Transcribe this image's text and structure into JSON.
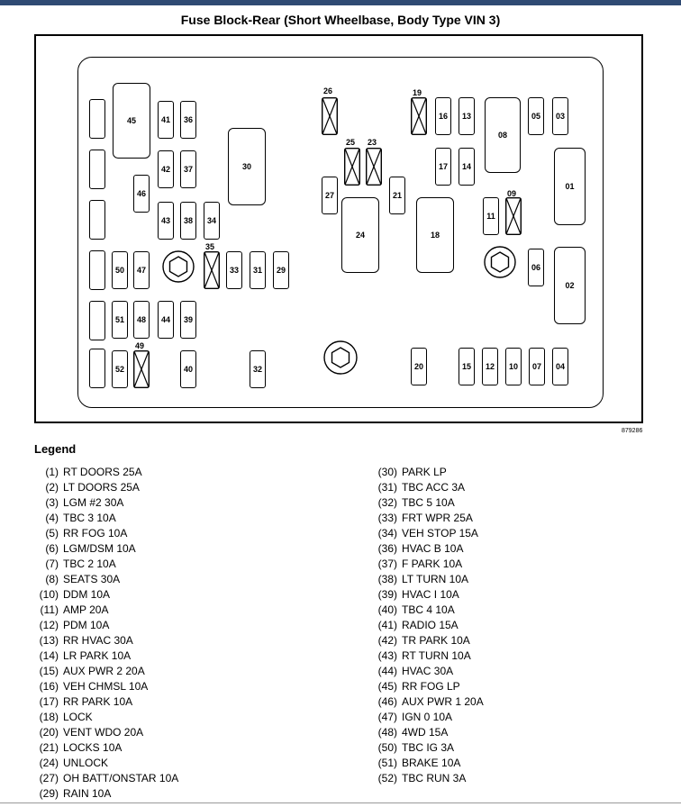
{
  "title": "Fuse Block-Rear (Short Wheelbase, Body Type VIN 3)",
  "diagram": {
    "reference_code": "879286",
    "fuses": [
      "45",
      "41",
      "36",
      "42",
      "37",
      "30",
      "46",
      "43",
      "38",
      "34",
      "50",
      "47",
      "33",
      "31",
      "29",
      "51",
      "48",
      "44",
      "39",
      "52",
      "40",
      "32",
      "27",
      "24",
      "21",
      "18",
      "16",
      "13",
      "08",
      "05",
      "03",
      "17",
      "14",
      "01",
      "11",
      "06",
      "02",
      "20",
      "15",
      "12",
      "10",
      "07",
      "04"
    ],
    "crossed_fuses": [
      "26",
      "25",
      "23",
      "19",
      "09",
      "35",
      "49"
    ]
  },
  "legend": {
    "title": "Legend",
    "left": [
      {
        "num": "(1)",
        "label": "RT DOORS 25A"
      },
      {
        "num": "(2)",
        "label": "LT DOORS 25A"
      },
      {
        "num": "(3)",
        "label": "LGM #2 30A"
      },
      {
        "num": "(4)",
        "label": "TBC 3 10A"
      },
      {
        "num": "(5)",
        "label": "RR FOG 10A"
      },
      {
        "num": "(6)",
        "label": "LGM/DSM 10A"
      },
      {
        "num": "(7)",
        "label": "TBC 2 10A"
      },
      {
        "num": "(8)",
        "label": "SEATS 30A"
      },
      {
        "num": "(10)",
        "label": "DDM 10A"
      },
      {
        "num": "(11)",
        "label": "AMP 20A"
      },
      {
        "num": "(12)",
        "label": "PDM 10A"
      },
      {
        "num": "(13)",
        "label": "RR HVAC 30A"
      },
      {
        "num": "(14)",
        "label": "LR PARK 10A"
      },
      {
        "num": "(15)",
        "label": "AUX PWR 2 20A"
      },
      {
        "num": "(16)",
        "label": "VEH CHMSL 10A"
      },
      {
        "num": "(17)",
        "label": "RR PARK 10A"
      },
      {
        "num": "(18)",
        "label": "LOCK"
      },
      {
        "num": "(20)",
        "label": "VENT WDO 20A"
      },
      {
        "num": "(21)",
        "label": "LOCKS 10A"
      },
      {
        "num": "(24)",
        "label": "UNLOCK"
      },
      {
        "num": "(27)",
        "label": "OH BATT/ONSTAR 10A"
      },
      {
        "num": "(29)",
        "label": "RAIN 10A"
      }
    ],
    "right": [
      {
        "num": "(30)",
        "label": "PARK LP"
      },
      {
        "num": "(31)",
        "label": "TBC ACC 3A"
      },
      {
        "num": "(32)",
        "label": "TBC 5 10A"
      },
      {
        "num": "(33)",
        "label": "FRT WPR 25A"
      },
      {
        "num": "(34)",
        "label": "VEH STOP 15A"
      },
      {
        "num": "(36)",
        "label": "HVAC B 10A"
      },
      {
        "num": "(37)",
        "label": "F PARK 10A"
      },
      {
        "num": "(38)",
        "label": "LT TURN 10A"
      },
      {
        "num": "(39)",
        "label": "HVAC I 10A"
      },
      {
        "num": "(40)",
        "label": "TBC 4 10A"
      },
      {
        "num": "(41)",
        "label": "RADIO 15A"
      },
      {
        "num": "(42)",
        "label": "TR PARK 10A"
      },
      {
        "num": "(43)",
        "label": "RT TURN 10A"
      },
      {
        "num": "(44)",
        "label": "HVAC 30A"
      },
      {
        "num": "(45)",
        "label": "RR FOG LP"
      },
      {
        "num": "(46)",
        "label": "AUX PWR 1 20A"
      },
      {
        "num": "(47)",
        "label": "IGN 0 10A"
      },
      {
        "num": "(48)",
        "label": "4WD 15A"
      },
      {
        "num": "(50)",
        "label": "TBC IG 3A"
      },
      {
        "num": "(51)",
        "label": "BRAKE 10A"
      },
      {
        "num": "(52)",
        "label": "TBC RUN 3A"
      }
    ]
  }
}
